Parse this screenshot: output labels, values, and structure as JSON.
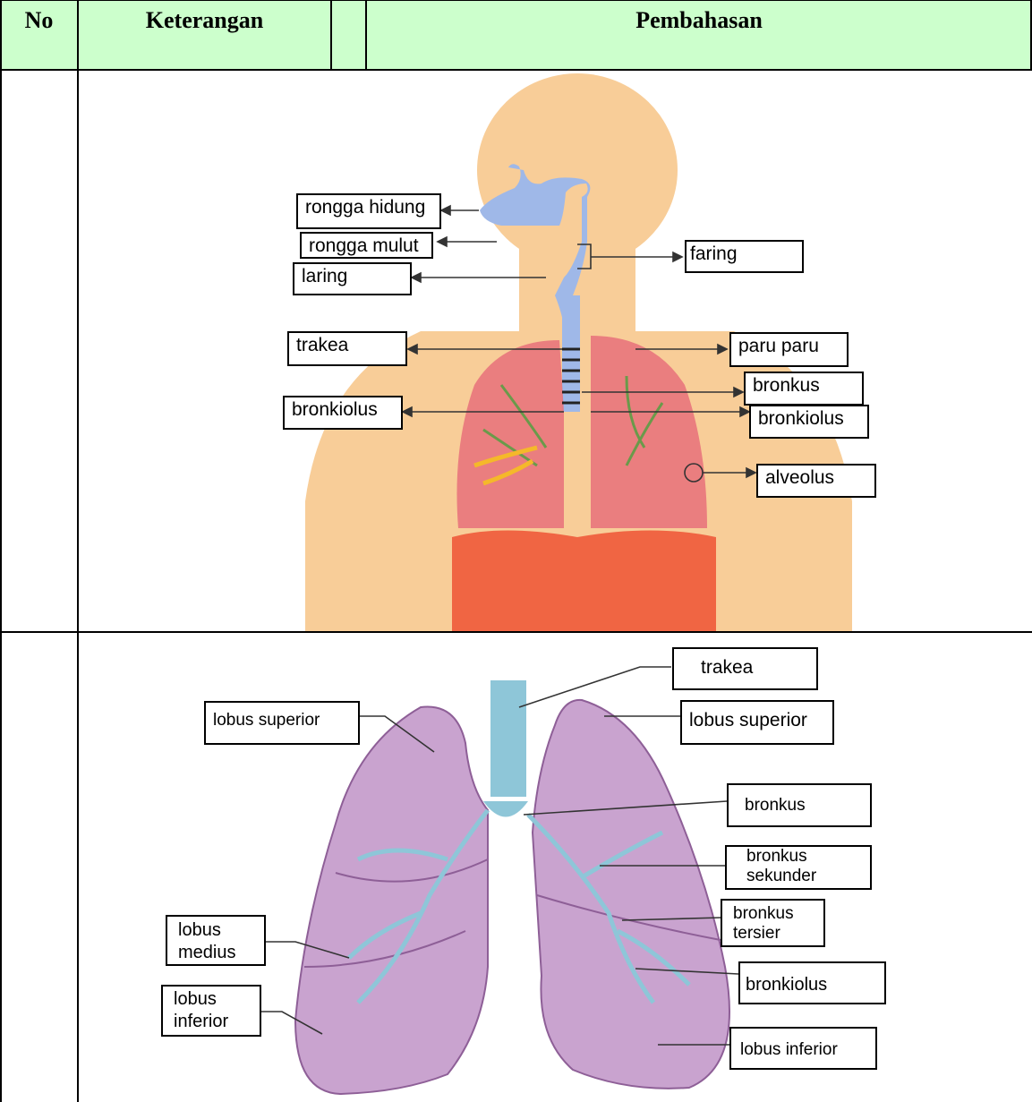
{
  "table": {
    "headers": {
      "no": "No",
      "keterangan": "Keterangan",
      "pembahasan": "Pembahasan"
    },
    "header_bg": "#ccffcc"
  },
  "figure1": {
    "labels": {
      "rongga_hidung": "rongga hidung",
      "rongga_mulut": "rongga mulut",
      "laring": "laring",
      "faring": "faring",
      "trakea": "trakea",
      "paru_paru": "paru paru",
      "bronkus": "bronkus",
      "bronkiolus_left": "bronkiolus",
      "bronkiolus_right": "bronkiolus",
      "alveolus": "alveolus"
    },
    "colors": {
      "body": "#f8cd98",
      "lung": "#e8707a",
      "diaphragm": "#ee5a3a",
      "airway": "#9fb8e8"
    }
  },
  "figure2": {
    "labels": {
      "trakea": "trakea",
      "lobus_superior_left": "lobus superior",
      "lobus_superior_right": "lobus superior",
      "bronkus": "bronkus",
      "bronkus_sekunder": "bronkus sekunder",
      "bronkus_tersier": "bronkus tersier",
      "lobus_medius": "lobus medius",
      "lobus_inferior_left": "lobus inferior",
      "bronkiolus": "bronkiolus",
      "lobus_inferior_right": "lobus inferior"
    },
    "colors": {
      "lung": "#c9a3cf",
      "lung_edge": "#8e5f97",
      "airway": "#8ec6d8"
    }
  }
}
